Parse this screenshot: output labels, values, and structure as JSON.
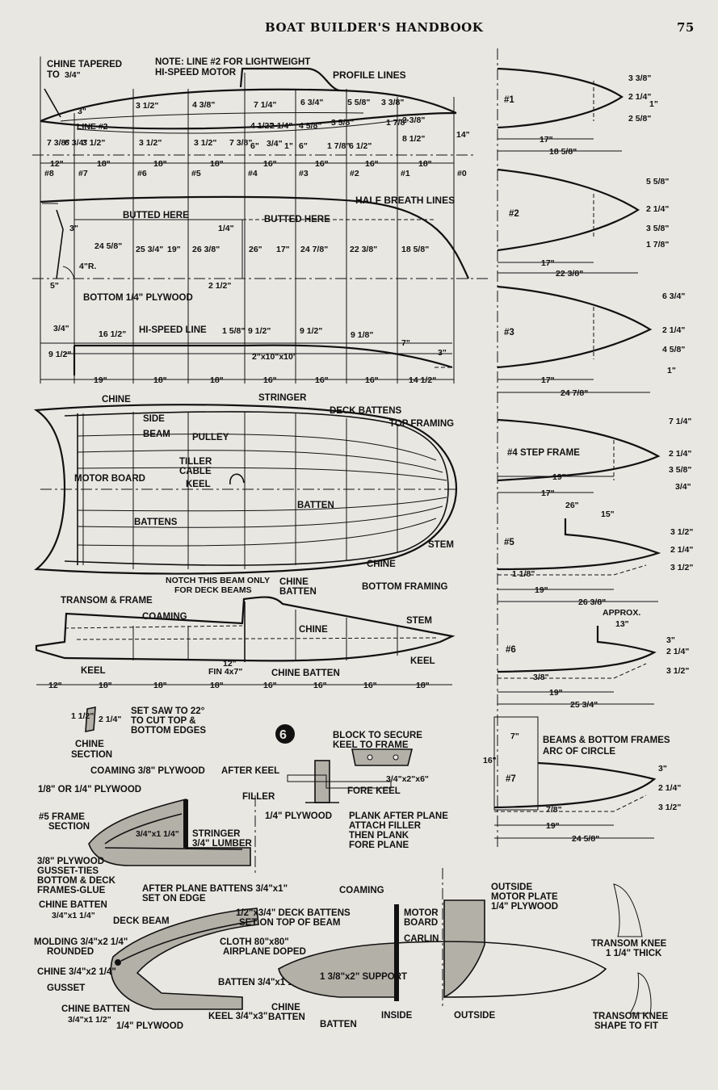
{
  "header": {
    "title": "BOAT BUILDER'S HANDBOOK",
    "page_number": "75"
  },
  "figure_number": "6",
  "profile": {
    "title": "PROFILE LINES",
    "note": "NOTE: LINE #2 FOR LIGHTWEIGHT",
    "note2": "HI-SPEED MOTOR",
    "chine_note": "CHINE TAPERED",
    "chine_note2": "TO",
    "chine_taper": "3/4\"",
    "line2": "LINE #2",
    "upper_dims": [
      "3\"",
      "3 1/2\"",
      "4 3/8\"",
      "7 1/4\"",
      "6 3/4\"",
      "5 5/8\"",
      "3 3/8\""
    ],
    "upper_dims2": [
      "4 1/2\"",
      "2 1/4\"",
      "4 5/8\"",
      "3 5/8\"",
      "1 7/8\"",
      "2 3/8\""
    ],
    "lower_dims": [
      "7 3/8\"",
      "6 3/4\"",
      "3 1/2\"",
      "3 1/2\"",
      "3 1/2\"",
      "7 3/8\"",
      "6\"",
      "3/4\"",
      "1\"",
      "6\"",
      "1 7/8\"",
      "6 1/2\"",
      "8 1/2\""
    ],
    "height": "14\"",
    "spacings": [
      "12\"",
      "18\"",
      "18\"",
      "18\"",
      "16\"",
      "16\"",
      "16\"",
      "18\""
    ],
    "stations": [
      "#8",
      "#7",
      "#6",
      "#5",
      "#4",
      "#3",
      "#2",
      "#1",
      "#0"
    ]
  },
  "half_breadth": {
    "title": "HALF BREATH LINES",
    "butted1": "BUTTED HERE",
    "butted2": "BUTTED HERE",
    "dims": [
      "3\"",
      "24 5/8\"",
      "25 3/4\"",
      "19\"",
      "26 3/8\"",
      "26\"",
      "17\"",
      "24 7/8\"",
      "22 3/8\"",
      "18 5/8\""
    ],
    "gap": "1/4\"",
    "radius": "4\"R.",
    "offset": "5\"",
    "center": "2 1/2\"",
    "bottom": "BOTTOM 1/4\" PLYWOOD"
  },
  "hispeed": {
    "title": "HI-SPEED LINE",
    "dims": [
      "3/4\"",
      "16 1/2\"",
      "9 1/2\"",
      "1 5/8\"",
      "9 1/2\"",
      "9 1/2\"",
      "9 1/8\"",
      "7\"",
      "3\""
    ],
    "board": "2\"x10\"x10'",
    "spacings": [
      "19\"",
      "18\"",
      "18\"",
      "16\"",
      "16\"",
      "16\"",
      "14 1/2\""
    ]
  },
  "framing": {
    "labels": [
      "CHINE",
      "STRINGER",
      "SIDE",
      "BEAM",
      "PULLEY",
      "TILLER",
      "CABLE",
      "KEEL",
      "MOTOR BOARD",
      "BATTENS",
      "DECK BATTENS",
      "TOP FRAMING",
      "BATTEN",
      "STEM",
      "CHINE",
      "NOTCH THIS BEAM ONLY",
      "FOR DECK BEAMS",
      "CHINE",
      "BATTEN",
      "BOTTOM FRAMING"
    ]
  },
  "side_view": {
    "labels": [
      "TRANSOM & FRAME",
      "COAMING",
      "CHINE",
      "STEM",
      "KEEL",
      "FIN 4x7\"",
      "KEEL",
      "CHINE BATTEN"
    ],
    "fin_dim": "12\"",
    "spacings": [
      "12\"",
      "18\"",
      "18\"",
      "18\"",
      "16\"",
      "16\"",
      "16\"",
      "18\""
    ]
  },
  "chine_section": {
    "title": "CHINE",
    "title2": "SECTION",
    "dims": [
      "1 1/2\"",
      "2 1/4\""
    ],
    "note": "SET SAW TO 22°",
    "note2": "TO CUT TOP &",
    "note3": "BOTTOM EDGES"
  },
  "keel_detail": {
    "labels": [
      "BLOCK TO SECURE",
      "KEEL TO FRAME",
      "AFTER KEEL",
      "FILLER",
      "FORE KEEL",
      "3/4\"x2\"x6\"",
      "1/4\" PLYWOOD",
      "PLANK AFTER PLANE",
      "ATTACH FILLER",
      "THEN PLANK",
      "FORE PLANE"
    ]
  },
  "frame5": {
    "labels": [
      "COAMING 3/8\" PLYWOOD",
      "1/8\" OR 1/4\" PLYWOOD",
      "#5 FRAME",
      "SECTION",
      "3/4\"x1 1/4\"",
      "STRINGER",
      "3/4\" LUMBER",
      "3/8\" PLYWOOD",
      "GUSSET-TIES",
      "BOTTOM & DECK",
      "FRAMES-GLUE",
      "AFTER PLANE BATTENS 3/4\"x1\"",
      "SET ON EDGE",
      "CHINE BATTEN",
      "3/4\"x1 1/4\""
    ]
  },
  "frame_detail": {
    "labels": [
      "DECK BEAM",
      "1/2\"x3/4\" DECK BATTENS",
      "SET ON TOP OF BEAM",
      "MOLDING 3/4\"x2 1/4\"",
      "ROUNDED",
      "CHINE 3/4\"x2 1/4\"",
      "GUSSET",
      "CLOTH 80\"x80\"",
      "AIRPLANE DOPED",
      "BATTEN 3/4\"x1 1/4\"",
      "CHINE BATTEN",
      "3/4\"x1 1/2\"",
      "1/4\" PLYWOOD",
      "KEEL 3/4\"x3\""
    ]
  },
  "motor_detail": {
    "labels": [
      "COAMING",
      "MOTOR",
      "BOARD",
      "CARLIN",
      "OUTSIDE",
      "MOTOR PLATE",
      "1/4\" PLYWOOD",
      "1 3/8\"x2\" SUPPORT",
      "CHINE",
      "BATTEN",
      "BATTEN",
      "INSIDE",
      "OUTSIDE",
      "TRANSOM KNEE",
      "1 1/4\" THICK",
      "TRANSOM KNEE",
      "SHAPE TO FIT"
    ]
  },
  "sections": [
    {
      "label": "#1",
      "dims": [
        "3 3/8\"",
        "2 1/4\"",
        "1\"",
        "2 5/8\"",
        "17\"",
        "18 5/8\""
      ]
    },
    {
      "label": "#2",
      "dims": [
        "5 5/8\"",
        "2 1/4\"",
        "3 5/8\"",
        "1 7/8\"",
        "17\"",
        "22 3/8\""
      ]
    },
    {
      "label": "#3",
      "dims": [
        "6 3/4\"",
        "2 1/4\"",
        "4 5/8\"",
        "1\"",
        "17\"",
        "24 7/8\""
      ]
    },
    {
      "label": "#4 STEP FRAME",
      "dims": [
        "7 1/4\"",
        "2 1/4\"",
        "3 5/8\"",
        "3/4\"",
        "19\"",
        "17\"",
        "26\""
      ]
    },
    {
      "label": "#5",
      "dims": [
        "15\"",
        "3 1/2\"",
        "2 1/4\"",
        "3 1/2\"",
        "1 1/8\"",
        "19\"",
        "26 3/8\""
      ]
    },
    {
      "label": "#6",
      "approx": "APPROX.",
      "dims": [
        "13\"",
        "3\"",
        "2 1/4\"",
        "3 1/2\"",
        "3/8\"",
        "19\"",
        "25 3/4\""
      ]
    },
    {
      "label": "#7",
      "dims": [
        "16\"",
        "7\"",
        "3\"",
        "2 1/4\"",
        "3 1/2\"",
        "7/8\"",
        "19\"",
        "24 5/8\""
      ]
    }
  ],
  "sections_note": "BEAMS & BOTTOM FRAMES",
  "sections_note2": "ARC OF CIRCLE"
}
